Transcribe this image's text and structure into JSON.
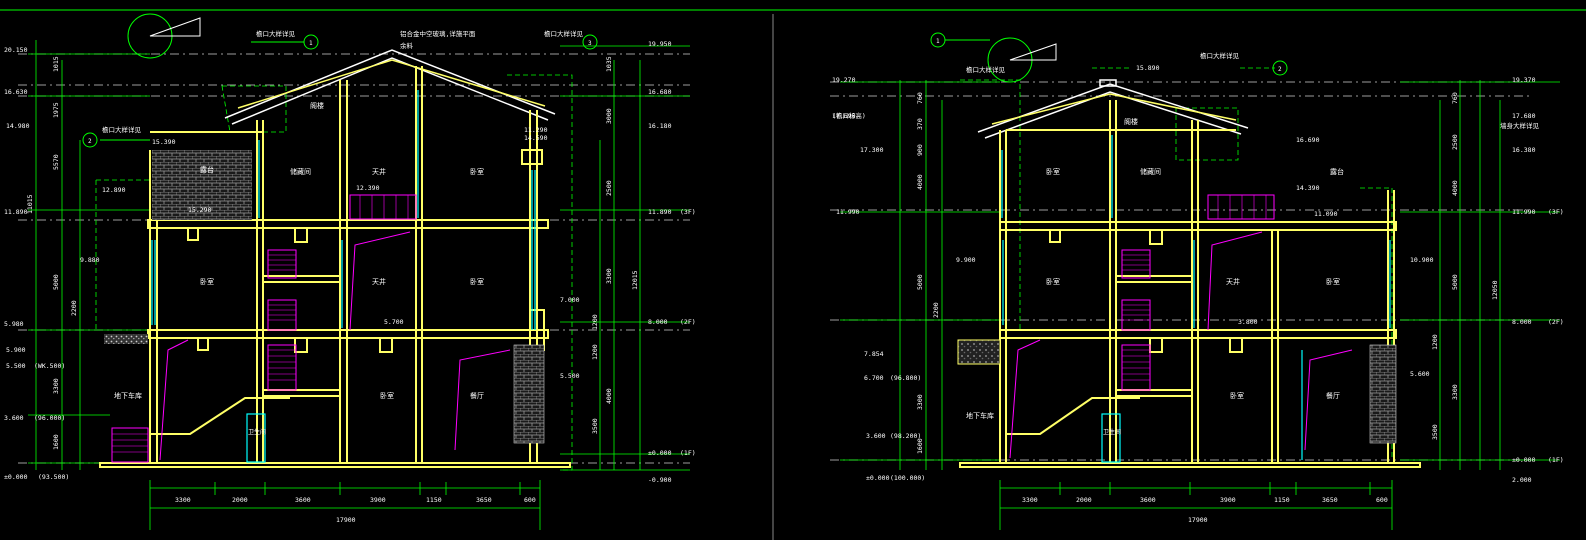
{
  "colors": {
    "background": "#000000",
    "wall": "#ffff66",
    "dimension": "#00ff00",
    "glass": "#00ffff",
    "stair": "#ff00ff",
    "text": "#ffffff",
    "grid": "#c8c8c8",
    "hatch": "#909090"
  },
  "panels": [
    {
      "id": "left",
      "elevations": {
        "top_left": [
          "20.150",
          "16.630",
          "14.980",
          "11.890",
          "9.880",
          "5.980",
          "5.900",
          "5.500",
          "3.600",
          "±0.000"
        ],
        "top_right": [
          "19.950",
          "16.680",
          "16.180",
          "11.890",
          "8.000",
          "7.000",
          "5.500",
          "±0.000",
          "-0.900"
        ],
        "inner": [
          "15.390",
          "15.290",
          "12.890",
          "12.390",
          "11.290",
          "14.590",
          "5.700"
        ],
        "floor_tags": [
          "(3F)",
          "(2F)",
          "(1F)"
        ],
        "paren_labels": [
          "(WK.500)",
          "(96.000)",
          "(93.500)"
        ]
      },
      "rooms": [
        "阁楼",
        "露台",
        "储藏间",
        "天井",
        "卧室",
        "卧室",
        "天井",
        "卧室",
        "卧室",
        "餐厅",
        "地下车库",
        "卫生间"
      ],
      "notes": [
        "檐口大样详见",
        "檐口大样详见",
        "铝合金中空玻璃,详施平面",
        "檐口大样详见",
        "余料"
      ],
      "grid_marks": [
        "1",
        "2",
        "3"
      ],
      "dims_bottom": [
        "3300",
        "2000",
        "3600",
        "3900",
        "1150",
        "3650",
        "600"
      ],
      "dim_total": "17900",
      "dims_left": [
        "1015",
        "1975",
        "5570",
        "11015",
        "5000",
        "2200",
        "3300",
        "1600"
      ],
      "dims_right": [
        "1035",
        "3000",
        "2500",
        "3300",
        "1200",
        "1200",
        "4000",
        "3500",
        "12015"
      ]
    },
    {
      "id": "right",
      "elevations": {
        "top_left": [
          "19.270",
          "17.690",
          "17.300",
          "11.990",
          "9.900",
          "7.854",
          "6.700",
          "3.600",
          "±0.000"
        ],
        "top_right": [
          "19.370",
          "17.680",
          "16.380",
          "11.990",
          "10.900",
          "8.000",
          "5.600",
          "±0.000",
          "2.000"
        ],
        "inner": [
          "15.890",
          "16.690",
          "14.390",
          "11.090",
          "3.800"
        ],
        "floor_tags": [
          "(3F)",
          "(2F)",
          "(1F)"
        ],
        "paren_labels": [
          "(檐口标高)",
          "(96.800)",
          "(98.200)",
          "(100.000)"
        ]
      },
      "rooms": [
        "卧室",
        "储藏间",
        "露台",
        "阁楼",
        "卧室",
        "天井",
        "卧室",
        "地下车库",
        "餐厅",
        "卧室",
        "卫生间"
      ],
      "notes": [
        "檐口大样详见",
        "檐口大样详见",
        "墙身大样详见"
      ],
      "grid_marks": [
        "1",
        "2"
      ],
      "dims_bottom": [
        "3300",
        "2000",
        "3600",
        "3900",
        "1150",
        "3650",
        "600"
      ],
      "dim_total": "17900",
      "dims_left": [
        "760",
        "370",
        "900",
        "4000",
        "5000",
        "2200",
        "3300",
        "1600"
      ],
      "dims_right": [
        "760",
        "2500",
        "4000",
        "5000",
        "3300",
        "3500",
        "1200",
        "12050"
      ]
    }
  ]
}
